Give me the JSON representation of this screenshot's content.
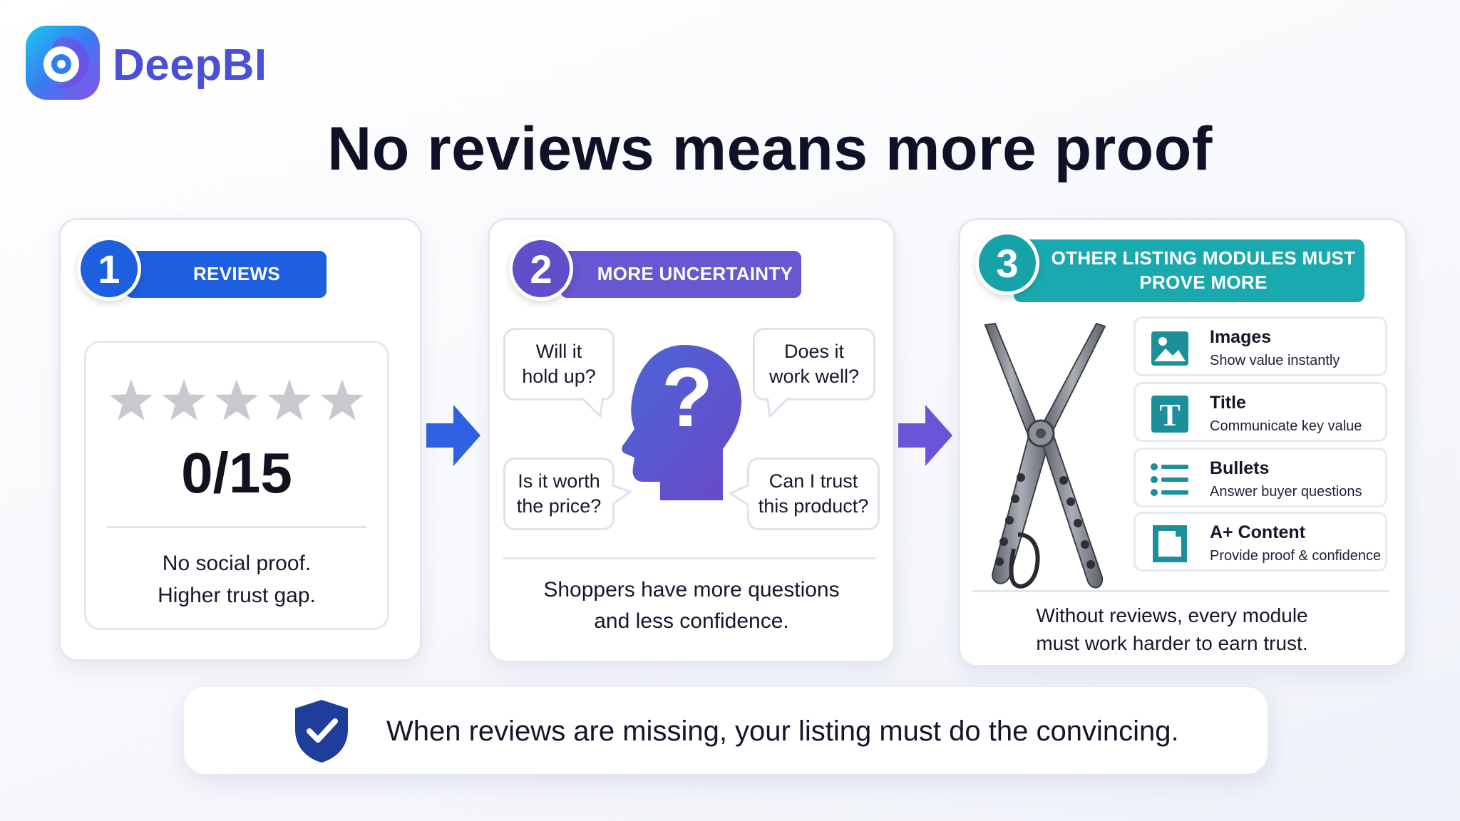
{
  "brand": {
    "name": "DeepBI"
  },
  "title": "No reviews means more proof",
  "colors": {
    "blue": "#1e5fe0",
    "purple": "#6757d0",
    "teal": "#1ba9b0",
    "navy": "#1f3d9a"
  },
  "steps": [
    {
      "number": "1",
      "label": "REVIEWS"
    },
    {
      "number": "2",
      "label": "MORE UNCERTAINTY"
    },
    {
      "number": "3",
      "label": "OTHER LISTING MODULES MUST PROVE MORE"
    }
  ],
  "reviews": {
    "score": "0/15",
    "stars_filled": 0,
    "stars_total": 5,
    "caption_line1": "No social proof.",
    "caption_line2": "Higher trust gap."
  },
  "uncertainty": {
    "questions": [
      {
        "line1": "Will it",
        "line2": "hold up?"
      },
      {
        "line1": "Does it",
        "line2": "work well?"
      },
      {
        "line1": "Is it worth",
        "line2": "the price?"
      },
      {
        "line1": "Can I trust",
        "line2": "this product?"
      }
    ],
    "head_symbol": "?",
    "caption_line1": "Shoppers have more questions",
    "caption_line2": "and less confidence."
  },
  "modules": {
    "items": [
      {
        "title": "Images",
        "desc": "Show value instantly",
        "icon": "image-icon"
      },
      {
        "title": "Title",
        "desc": "Communicate key value",
        "icon": "title-icon",
        "glyph": "T"
      },
      {
        "title": "Bullets",
        "desc": "Answer buyer questions",
        "icon": "bullets-icon"
      },
      {
        "title": "A+ Content",
        "desc": "Provide proof & confidence",
        "icon": "document-icon"
      }
    ],
    "caption_line1": "Without reviews, every module",
    "caption_line2": "must work harder to earn trust."
  },
  "banner": {
    "text": "When reviews are missing, your listing must do the convincing."
  }
}
